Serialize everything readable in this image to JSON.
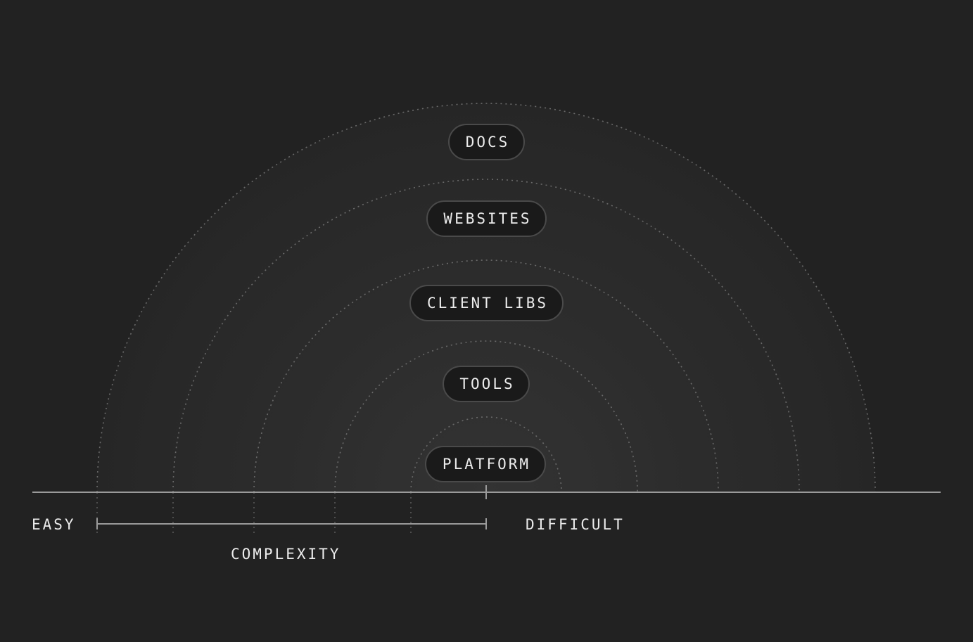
{
  "layers": [
    {
      "id": "docs",
      "label": "DOCS"
    },
    {
      "id": "websites",
      "label": "WEBSITES"
    },
    {
      "id": "client-libs",
      "label": "CLIENT LIBS"
    },
    {
      "id": "tools",
      "label": "TOOLS"
    },
    {
      "id": "platform",
      "label": "PLATFORM"
    }
  ],
  "axis": {
    "easy_label": "EASY",
    "difficult_label": "DIFFICULT",
    "complexity_label": "COMPLEXITY"
  },
  "colors": {
    "background": "#222222",
    "ring_stroke": "#6a6a6a",
    "axis_line": "#9a9a9a",
    "pill_fill": "#1a1a1a",
    "pill_border": "#4a4a4a",
    "text": "#ececec"
  }
}
